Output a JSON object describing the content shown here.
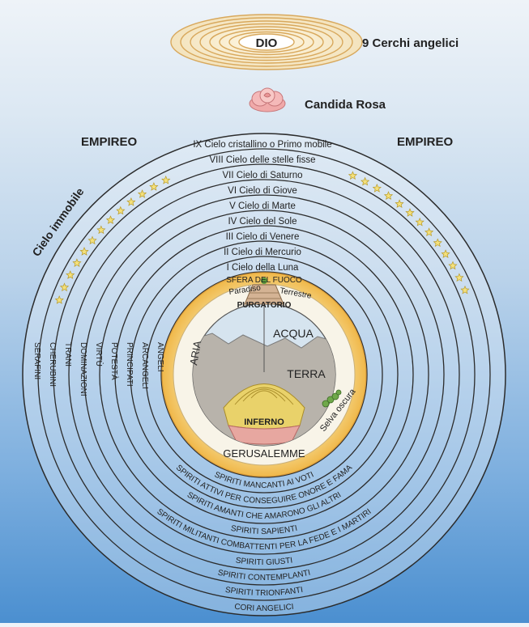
{
  "top": {
    "dio": "DIO",
    "cerchi_angelici": "9 Cerchi angelici",
    "candida_rosa": "Candida Rosa"
  },
  "empireo_left": "EMPIREO",
  "empireo_right": "EMPIREO",
  "cielo_immobile": "Cielo immobile",
  "heavens": [
    "IX Cielo cristallino o Primo mobile",
    "VIII Cielo delle stelle fisse",
    "VII Cielo di Saturno",
    "VI Cielo di Giove",
    "V Cielo di Marte",
    "IV Cielo del Sole",
    "III Cielo di Venere",
    "II Cielo di Mercurio",
    "I Cielo della Luna"
  ],
  "angelic_orders": [
    "SERAFINI",
    "CHERUBINI",
    "TRANI",
    "DOMINAZIONI",
    "VIRTÙ",
    "POTESTÀ",
    "PRINCIPATI",
    "ARCANGELI",
    "ANGELI"
  ],
  "spirits": [
    "SPIRITI MANCANTI AI VOTI",
    "SPIRITI ATTIVI PER CONSEGUIRE ONORE E FAMA",
    "SPIRITI AMANTI CHE AMARONO GLI ALTRI",
    "SPIRITI SAPIENTI",
    "SPIRITI MILITANTI COMBATTENTI PER LA FEDE E I MARTIRI",
    "SPIRITI GIUSTI",
    "SPIRITI CONTEMPLANTI",
    "SPIRITI TRIONFANTI",
    "CORI ANGELICI"
  ],
  "earth": {
    "sfera_del_fuoco": "SFERA DEL FUOCO",
    "paradiso": "Paradiso",
    "terrestre": "Terrestre",
    "purgatorio": "PURGATORIO",
    "aria": "ARIA",
    "acqua": "ACQUA",
    "terra": "TERRA",
    "inferno": "INFERNO",
    "selva_oscura": "Selva oscura",
    "gerusalemme": "GERUSALEMME"
  },
  "colors": {
    "ring_stroke": "#2b2b2b",
    "fire_sphere": "#f3c766",
    "air": "#f7f3e6",
    "water": "#cfe0ee",
    "earth": "#b9b3a7",
    "inferno": "#e7a7a0",
    "purgatory": "#e8d06a",
    "dio_rings": "#e7c98a",
    "stars": "#f4e07a"
  }
}
